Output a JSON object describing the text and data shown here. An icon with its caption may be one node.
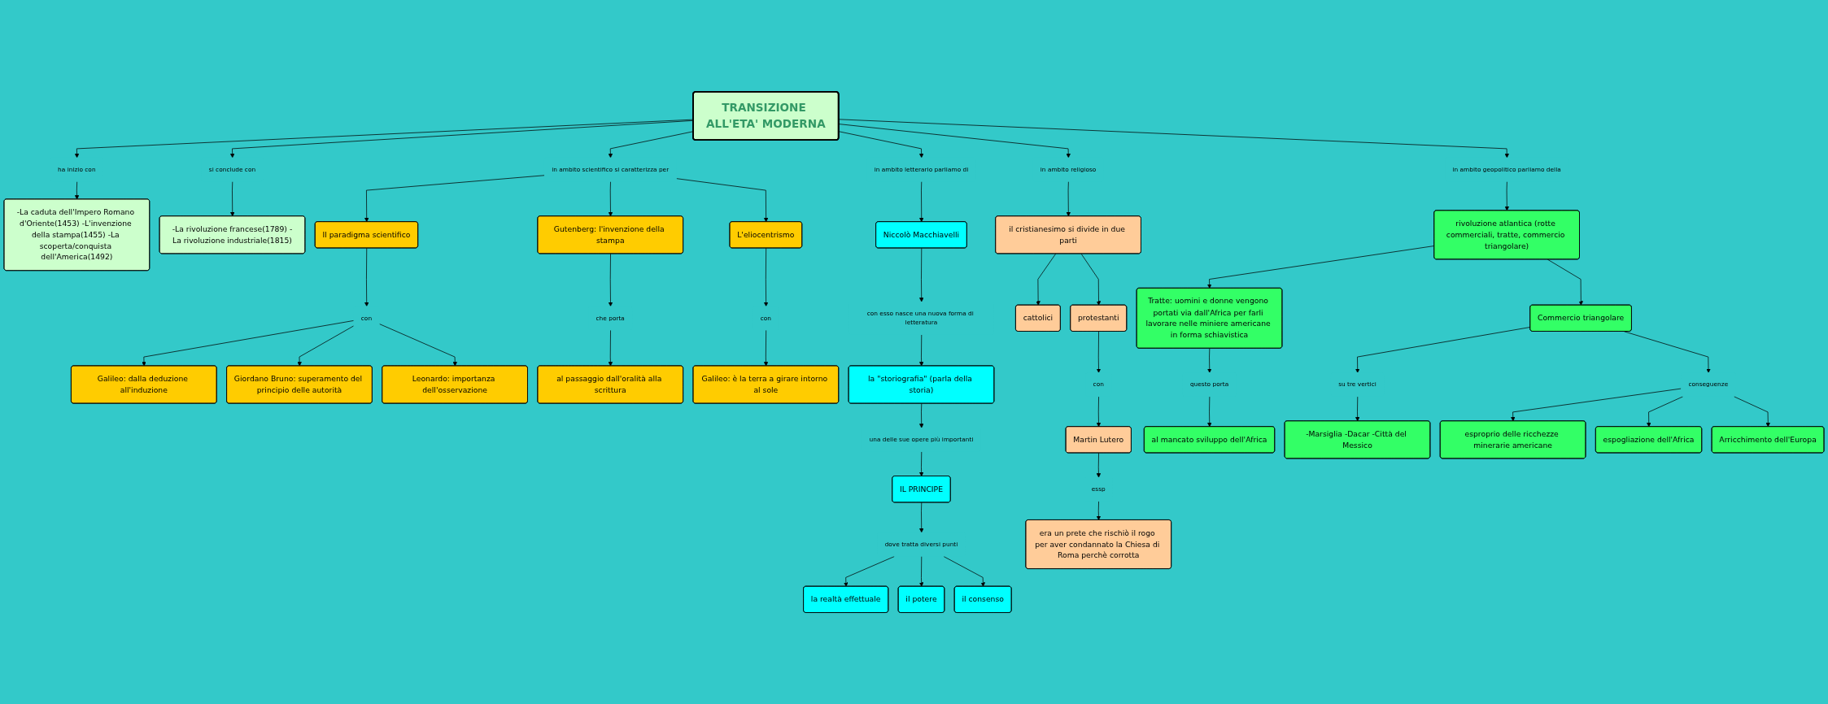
{
  "diagram": {
    "nodes": [
      {
        "text": [
          "TRANSIZIONE ALL'ETA' MODERNA"
        ]
      },
      {
        "text": [
          "ha inizio con"
        ]
      },
      {
        "text": [
          "-La caduta dell'Impero Romano d'Oriente(1453) -L'invenzione della stampa(1455) -La scoperta/conquista dell'America(1492)"
        ]
      },
      {
        "text": [
          "si conclude con"
        ]
      },
      {
        "text": [
          "-La rivoluzione francese(1789) -La rivoluzione industriale(1815)"
        ]
      },
      {
        "text": [
          "in ambito scientifico si caratterizza per"
        ]
      },
      {
        "text": [
          "Il paradigma scientifico"
        ]
      },
      {
        "text": [
          "con"
        ]
      },
      {
        "text": [
          "Galileo: dalla deduzione all'induzione"
        ]
      },
      {
        "text": [
          "Giordano Bruno: superamento del principio delle autorità"
        ]
      },
      {
        "text": [
          "Leonardo: importanza dell'osservazione"
        ]
      },
      {
        "text": [
          "Gutenberg: l'invenzione della stampa"
        ]
      },
      {
        "text": [
          "che porta"
        ]
      },
      {
        "text": [
          "al passaggio dall'oralità alla scrittura"
        ]
      },
      {
        "text": [
          "L'eliocentrismo"
        ]
      },
      {
        "text": [
          "con"
        ]
      },
      {
        "text": [
          "Galileo: è la terra a girare intorno al sole"
        ]
      },
      {
        "text": [
          "in ambito letterario parliamo di"
        ]
      },
      {
        "text": [
          "Niccolò Macchiavelli"
        ]
      },
      {
        "text": [
          "con esso nasce una nuova forma di letteratura"
        ]
      },
      {
        "text": [
          "la \"storiografia\" (parla della storia)"
        ]
      },
      {
        "text": [
          "una delle sue opere più importanti"
        ]
      },
      {
        "text": [
          "IL PRINCIPE"
        ]
      },
      {
        "text": [
          "dove tratta diversi punti"
        ]
      },
      {
        "text": [
          "la realtà effettuale"
        ]
      },
      {
        "text": [
          "il potere"
        ]
      },
      {
        "text": [
          "il consenso"
        ]
      },
      {
        "text": [
          "in ambito religioso"
        ]
      },
      {
        "text": [
          "il cristianesimo si divide in due parti"
        ]
      },
      {
        "text": [
          "cattolici"
        ]
      },
      {
        "text": [
          "protestanti"
        ]
      },
      {
        "text": [
          "con"
        ]
      },
      {
        "text": [
          "Martin Lutero"
        ]
      },
      {
        "text": [
          "essp"
        ]
      },
      {
        "text": [
          "era un prete che rischiò il rogo per aver condannato la Chiesa di Roma perchè corrotta"
        ]
      },
      {
        "text": [
          "in ambito geopolitico parliamo della"
        ]
      },
      {
        "text": [
          "rivoluzione atlantica (rotte commerciali, tratte, commercio triangolare)"
        ]
      },
      {
        "text": [
          "Tratte: uomini e donne vengono portati via dall'Africa per farli lavorare nelle miniere americane in forma schiavistica"
        ]
      },
      {
        "text": [
          "questo porta"
        ]
      },
      {
        "text": [
          "al mancato sviluppo dell'Africa"
        ]
      },
      {
        "text": [
          "Commercio triangolare"
        ]
      },
      {
        "text": [
          "su tre vertici"
        ]
      },
      {
        "text": [
          "-Marsiglia -Dacar -Città del Messico"
        ]
      },
      {
        "text": [
          "conseguenze"
        ]
      },
      {
        "text": [
          "esproprio delle ricchezze minerarie americane"
        ]
      },
      {
        "text": [
          "espogliazione dell'Africa"
        ]
      },
      {
        "text": [
          "Arricchimento dell'Europa"
        ]
      }
    ],
    "edges": [
      {
        "from": 0,
        "to": 1,
        "arrow": "to"
      },
      {
        "from": 1,
        "to": 2,
        "arrow": "to"
      },
      {
        "from": 0,
        "to": 3,
        "arrow": "to"
      },
      {
        "from": 3,
        "to": 4,
        "arrow": "to"
      },
      {
        "from": 0,
        "to": 5,
        "arrow": "to"
      },
      {
        "from": 5,
        "to": 6,
        "arrow": "to"
      },
      {
        "from": 6,
        "to": 7,
        "arrow": "to"
      },
      {
        "from": 7,
        "to": 8,
        "arrow": "to"
      },
      {
        "from": 7,
        "to": 9,
        "arrow": "to"
      },
      {
        "from": 7,
        "to": 10,
        "arrow": "to"
      },
      {
        "from": 5,
        "to": 11,
        "arrow": "to"
      },
      {
        "from": 5,
        "to": 14,
        "arrow": "to"
      },
      {
        "from": 11,
        "to": 12,
        "arrow": "to"
      },
      {
        "from": 12,
        "to": 13,
        "arrow": "to"
      },
      {
        "from": 14,
        "to": 15,
        "arrow": "to"
      },
      {
        "from": 15,
        "to": 16,
        "arrow": "to"
      },
      {
        "from": 0,
        "to": 17,
        "arrow": "to"
      },
      {
        "from": 17,
        "to": 18,
        "arrow": "to"
      },
      {
        "from": 18,
        "to": 19,
        "arrow": "to"
      },
      {
        "from": 19,
        "to": 20,
        "arrow": "to"
      },
      {
        "from": 20,
        "to": 21,
        "arrow": "to"
      },
      {
        "from": 21,
        "to": 22,
        "arrow": "to"
      },
      {
        "from": 22,
        "to": 23,
        "arrow": "to"
      },
      {
        "from": 23,
        "to": 24,
        "arrow": "to"
      },
      {
        "from": 23,
        "to": 25,
        "arrow": "to"
      },
      {
        "from": 23,
        "to": 26,
        "arrow": "to"
      },
      {
        "from": 0,
        "to": 27,
        "arrow": "to"
      },
      {
        "from": 27,
        "to": 28,
        "arrow": "to"
      },
      {
        "from": 28,
        "to": 29,
        "arrow": "to"
      },
      {
        "from": 28,
        "to": 30,
        "arrow": "to"
      },
      {
        "from": 30,
        "to": 31,
        "arrow": "to"
      },
      {
        "from": 31,
        "to": 32,
        "arrow": "to"
      },
      {
        "from": 32,
        "to": 33,
        "arrow": "to"
      },
      {
        "from": 33,
        "to": 34,
        "arrow": "to"
      },
      {
        "from": 0,
        "to": 35,
        "arrow": "to"
      },
      {
        "from": 35,
        "to": 36,
        "arrow": "to"
      },
      {
        "from": 36,
        "to": 37,
        "arrow": "to"
      },
      {
        "from": 37,
        "to": 38,
        "arrow": "to"
      },
      {
        "from": 38,
        "to": 39,
        "arrow": "to"
      },
      {
        "from": 36,
        "to": 40,
        "arrow": "to"
      },
      {
        "from": 40,
        "to": 41,
        "arrow": "to"
      },
      {
        "from": 41,
        "to": 42,
        "arrow": "to"
      },
      {
        "from": 40,
        "to": 43,
        "arrow": "to"
      },
      {
        "from": 43,
        "to": 44,
        "arrow": "to"
      },
      {
        "from": 43,
        "to": 45,
        "arrow": "to"
      },
      {
        "from": 43,
        "to": 46,
        "arrow": "to"
      }
    ]
  }
}
